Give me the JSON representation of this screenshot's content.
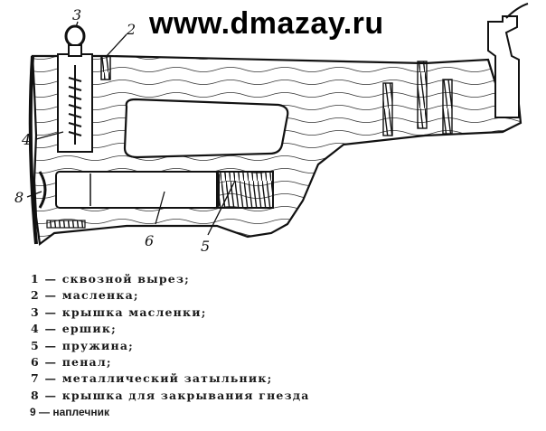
{
  "watermark": {
    "site": "www.dmazay.ru"
  },
  "callouts": {
    "c3": "3",
    "c2": "2",
    "c4": "4",
    "c8": "8",
    "c6": "6",
    "c5": "5"
  },
  "legend": [
    "1 — сквозной вырез;",
    "2 — масленка;",
    "3 — крышка масленки;",
    "4 — ершик;",
    "5 — пружина;",
    "6 — пенал;",
    "7 — металлический затыльник;",
    "8 — крышка для закрывания гнезда",
    "9 — наплечник"
  ]
}
